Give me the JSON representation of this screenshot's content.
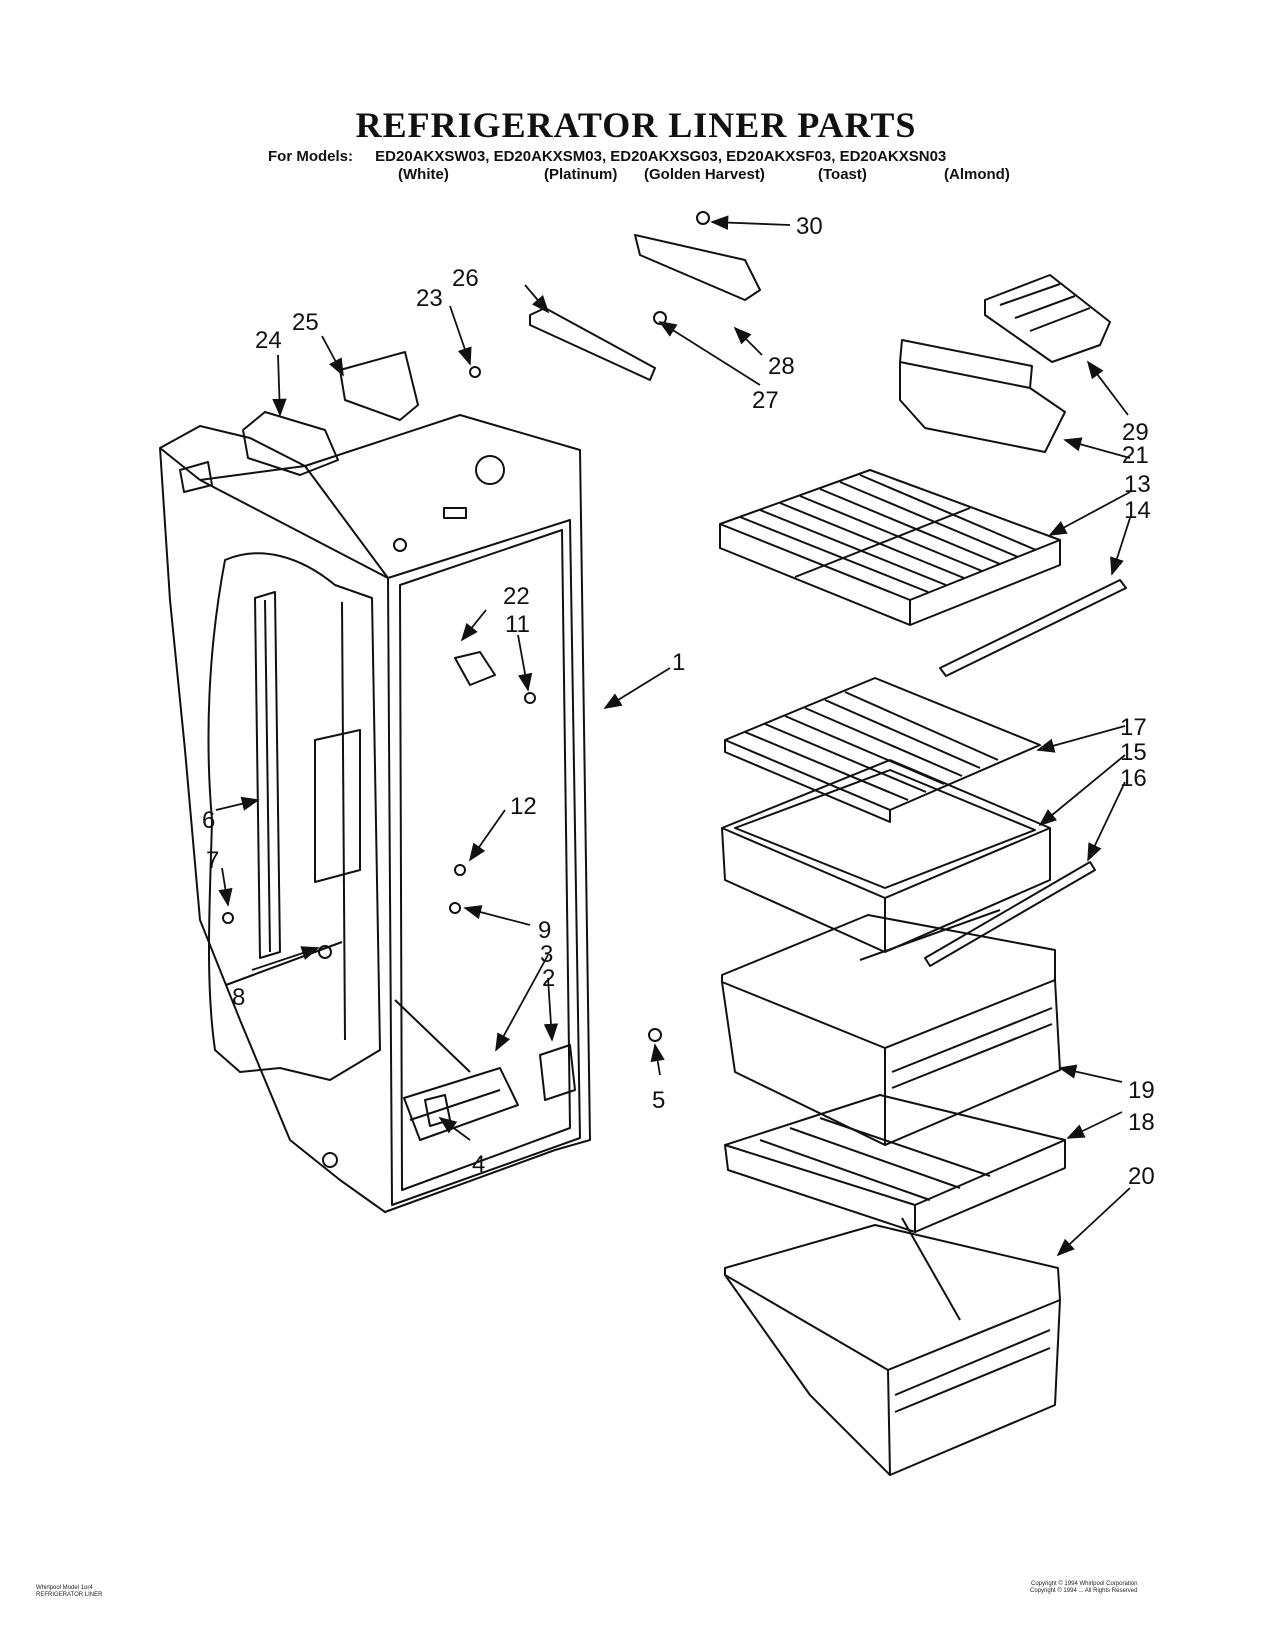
{
  "title": "REFRIGERATOR LINER PARTS",
  "models_prefix": "For Models:",
  "models": [
    {
      "model": "ED20AKXSW03,",
      "color": "(White)"
    },
    {
      "model": "ED20AKXSM03,",
      "color": "(Platinum)"
    },
    {
      "model": "ED20AKXSG03,",
      "color": "(Golden Harvest)"
    },
    {
      "model": "ED20AKXSF03,",
      "color": "(Toast)"
    },
    {
      "model": "ED20AKXSN03",
      "color": "(Almond)"
    }
  ],
  "callouts": {
    "c1": "1",
    "c2": "2",
    "c3": "3",
    "c4": "4",
    "c5": "5",
    "c6": "6",
    "c7": "7",
    "c8": "8",
    "c9": "9",
    "c11": "11",
    "c12": "12",
    "c13": "13",
    "c14": "14",
    "c15": "15",
    "c16": "16",
    "c17": "17",
    "c18": "18",
    "c19": "19",
    "c20": "20",
    "c21": "21",
    "c22": "22",
    "c23": "23",
    "c24": "24",
    "c25": "25",
    "c26": "26",
    "c27": "27",
    "c28": "28",
    "c29": "29",
    "c30": "30"
  },
  "footer": {
    "left_line1": "Whirlpool Model 1or4",
    "left_line2": "REFRIGERATOR LINER",
    "right_line1": "Copyright © 1994 Whirlpool Corporation",
    "right_line2": "Copyright © 1994 ... All Rights Reserved"
  }
}
